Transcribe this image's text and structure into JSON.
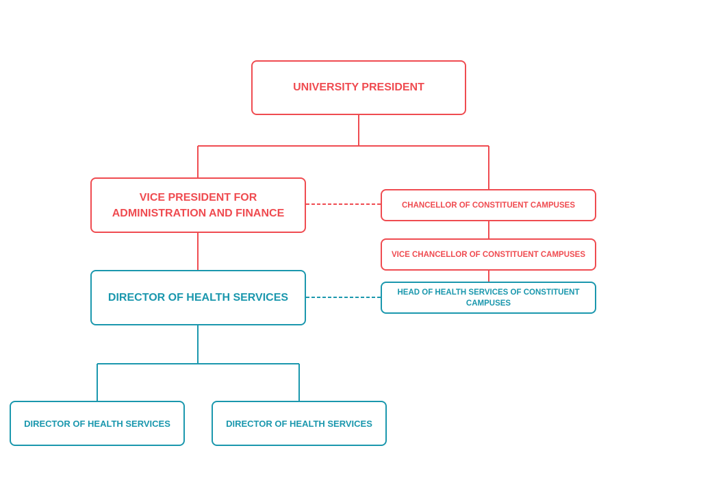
{
  "colors": {
    "primary_red": "#ef4b50",
    "secondary_teal": "#1a97ad",
    "background": "#ffffff"
  },
  "org_chart": {
    "president": "UNIVERSITY PRESIDENT",
    "vice_president": "VICE PRESIDENT FOR ADMINISTRATION AND FINANCE",
    "chancellor": "CHANCELLOR OF CONSTITUENT CAMPUSES",
    "vice_chancellor": "VICE CHANCELLOR OF CONSTITUENT CAMPUSES",
    "head_health_services": "HEAD OF HEALTH SERVICES OF CONSTITUENT CAMPUSES",
    "director_health_services": "DIRECTOR OF HEALTH SERVICES",
    "sub_directors": [
      "DIRECTOR OF HEALTH SERVICES",
      "DIRECTOR OF HEALTH SERVICES"
    ]
  }
}
